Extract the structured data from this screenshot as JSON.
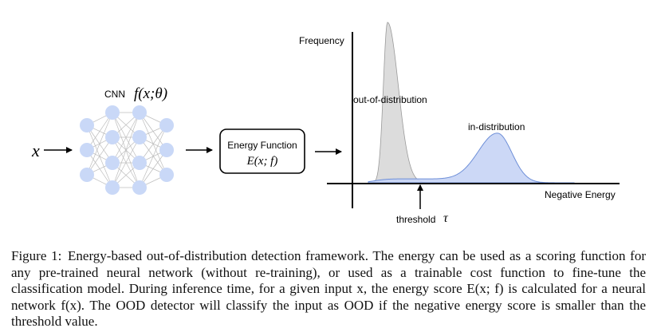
{
  "diagram": {
    "input_symbol": "x",
    "cnn_label": "CNN",
    "cnn_function": "f(x;θ)",
    "energy_box_title": "Energy Function",
    "energy_box_formula": "E(x; f)",
    "y_axis_label": "Frequency",
    "x_axis_label": "Negative Energy",
    "ood_label": "out-of-distribution",
    "id_label": "in-distribution",
    "threshold_label": "threshold",
    "threshold_symbol": "τ",
    "colors": {
      "node": "#c9d8f7",
      "ood_fill": "#dcdcdc",
      "ood_stroke": "#9a9a9a",
      "id_fill": "#c6d4f5",
      "id_stroke": "#6e8fd8"
    }
  },
  "caption": {
    "label": "Figure 1:",
    "text": "Energy-based out-of-distribution detection framework. The energy can be used as a scoring function for any pre-trained neural network (without re-training), or used as a trainable cost function to fine-tune the classification model. During inference time, for a given input x, the energy score E(x; f) is calculated for a neural network f(x). The OOD detector will classify the input as OOD if the negative energy score is smaller than the threshold value."
  }
}
